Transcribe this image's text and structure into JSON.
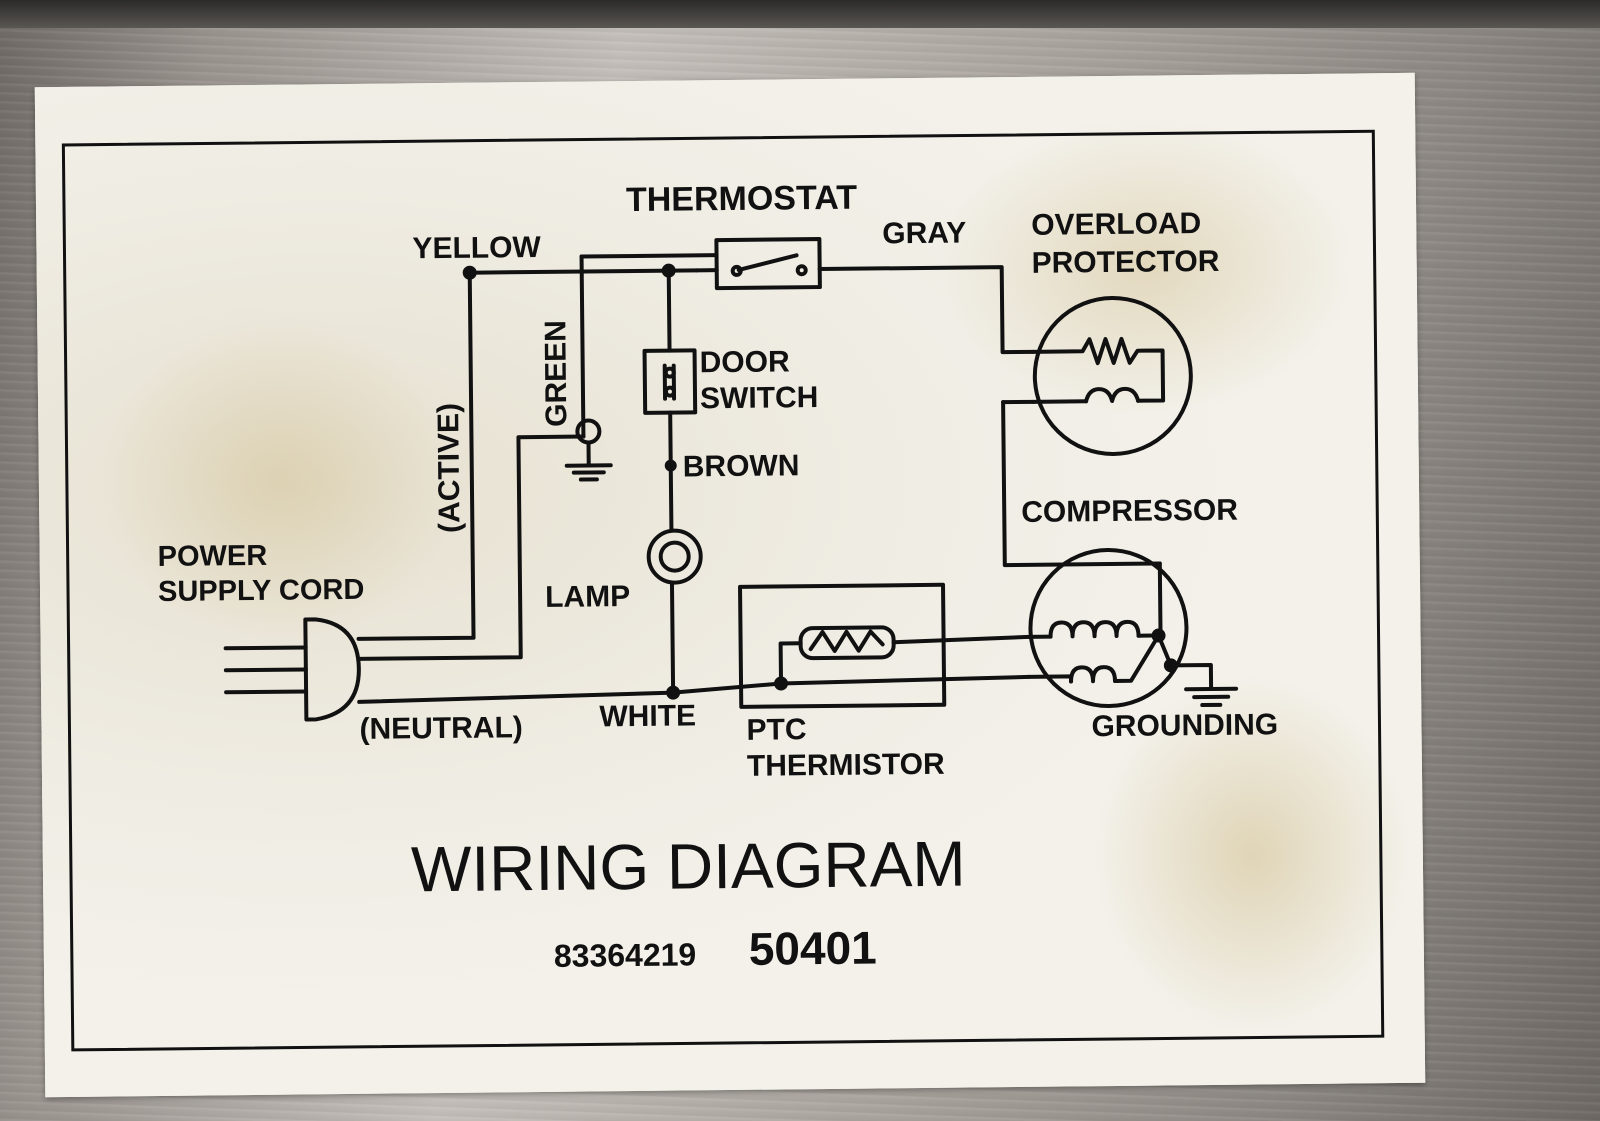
{
  "diagram": {
    "title": "WIRING DIAGRAM",
    "part_number_prefix": "83364219",
    "part_number_suffix": "50401",
    "labels": {
      "thermostat": "THERMOSTAT",
      "yellow": "YELLOW",
      "gray": "GRAY",
      "overload_line1": "OVERLOAD",
      "overload_line2": "PROTECTOR",
      "green": "GREEN",
      "active": "(ACTIVE)",
      "door_line1": "DOOR",
      "door_line2": "SWITCH",
      "brown": "BROWN",
      "power_line1": "POWER",
      "power_line2": "SUPPLY CORD",
      "lamp": "LAMP",
      "compressor": "COMPRESSOR",
      "neutral": "(NEUTRAL)",
      "white": "WHITE",
      "ptc_line1": "PTC",
      "ptc_line2": "THERMISTOR",
      "grounding": "GROUNDING"
    }
  }
}
